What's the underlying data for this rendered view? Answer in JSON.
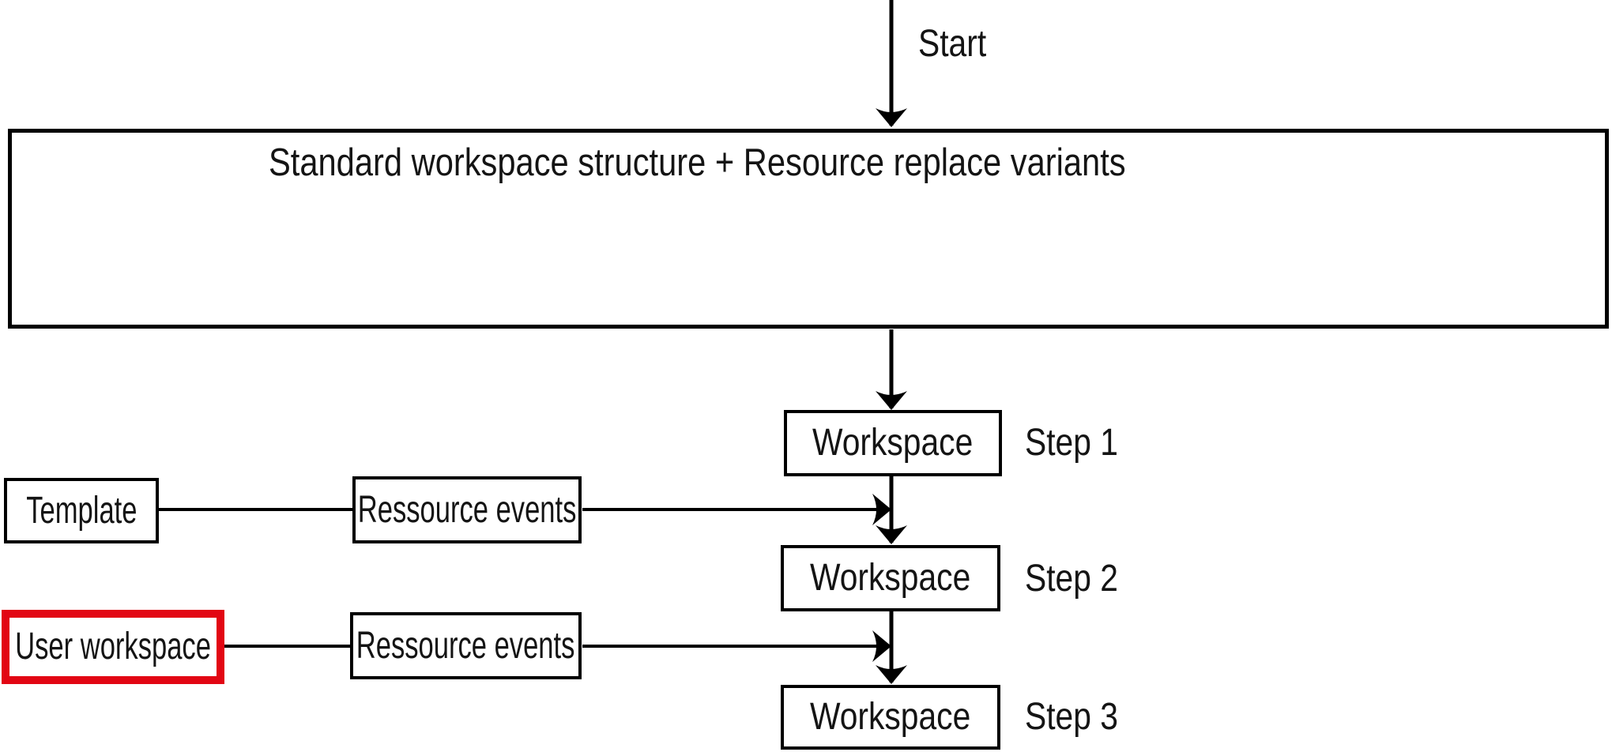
{
  "diagram": {
    "start_label": "Start",
    "main_box": {
      "title": "Standard workspace structure + Resource replace variants"
    },
    "steps": [
      {
        "box_label": "Workspace",
        "step_label": "Step 1"
      },
      {
        "box_label": "Workspace",
        "step_label": "Step 2"
      },
      {
        "box_label": "Workspace",
        "step_label": "Step 3"
      }
    ],
    "inputs": [
      {
        "source_label": "Template",
        "events_label": "Ressource events",
        "highlighted": false
      },
      {
        "source_label": "User workspace",
        "events_label": "Ressource events",
        "highlighted": true
      }
    ],
    "colors": {
      "line": "#000000",
      "text": "#141414",
      "highlight_red": "#e20613",
      "background": "#ffffff"
    }
  }
}
